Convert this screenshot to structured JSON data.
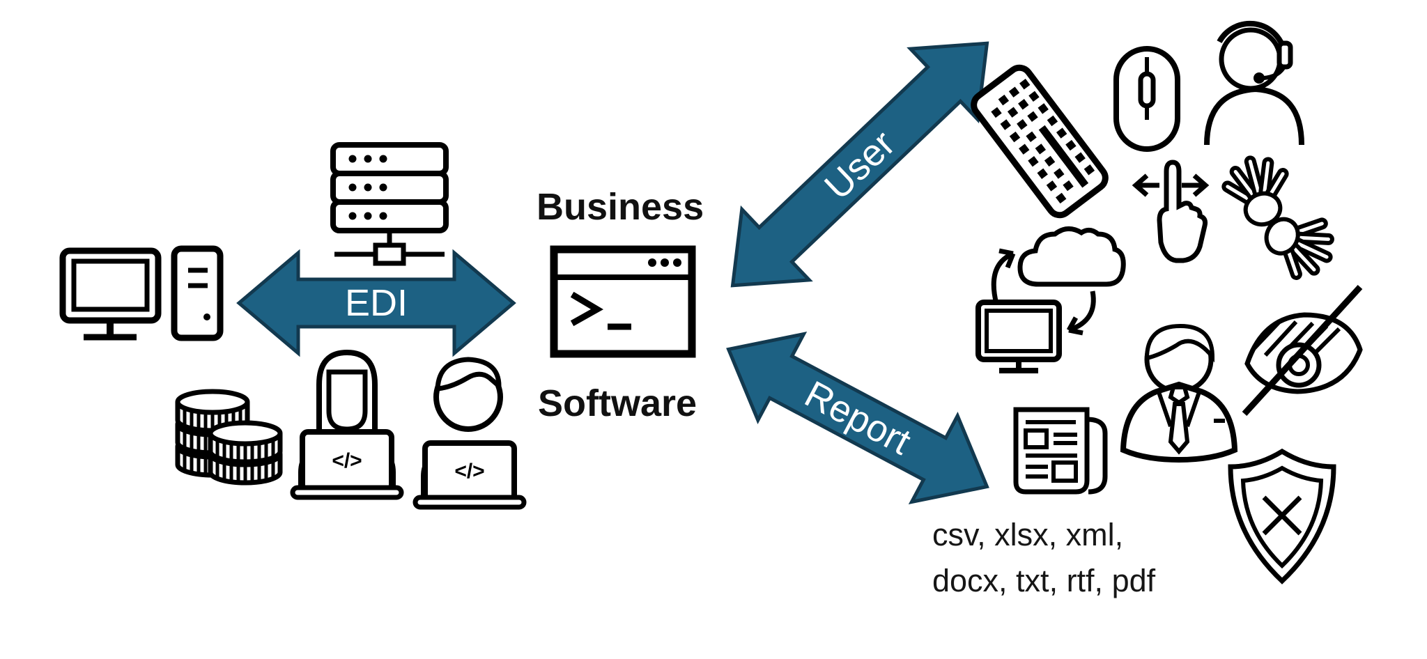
{
  "page": {
    "background": "#ffffff"
  },
  "palette": {
    "arrow_fill": "#1d6183",
    "arrow_outline": "#12394f",
    "ink": "#000000",
    "heading_text": "#111111",
    "arrow_label_text": "#ffffff"
  },
  "labels": {
    "business": "Business",
    "software": "Software",
    "edi_arrow": "EDI",
    "user_arrow": "User",
    "report_arrow": "Report",
    "laptop_code": "</>",
    "file_formats_line1": "csv, xlsx, xml,",
    "file_formats_line2": "docx, txt, rtf, pdf"
  },
  "icons": {
    "left_cluster": [
      "desktop-computer",
      "pc-tower",
      "server-rack",
      "coin-stacks",
      "woman-developer-laptop",
      "man-developer-laptop"
    ],
    "center": [
      "terminal-window"
    ],
    "right_cluster": [
      "keyboard",
      "computer-mouse",
      "support-agent-headset",
      "swipe-gesture-hand",
      "sign-language-hands",
      "cloud-sync-monitor",
      "businessman",
      "hidden-eye",
      "report-document",
      "shield-x"
    ]
  }
}
